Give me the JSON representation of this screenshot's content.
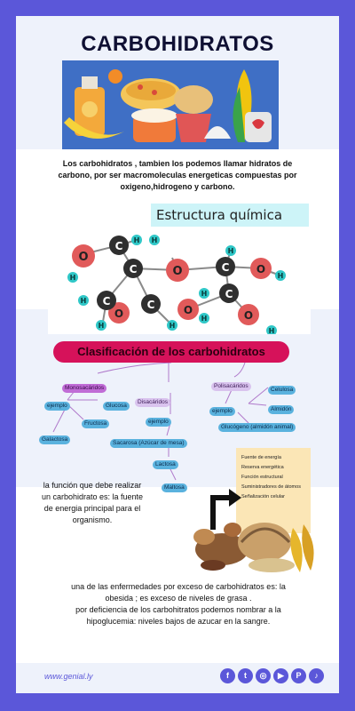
{
  "title": "CARBOHIDRATOS",
  "intro": "Los carbohidratos , tambien los podemos llamar hidratos de carbono, por ser macromoleculas  energeticas compuestas por oxigeno,hidrogeno y carbono.",
  "chemistry": {
    "title": "Estructura química",
    "atoms": {
      "oxygen": "O",
      "carbon": "C",
      "hydrogen": "H"
    }
  },
  "classification": {
    "title": "Clasificación de los carbohidratos",
    "monosacaridos": "Monosacáridos",
    "disacaridos": "Disacáridos",
    "polisacaridos": "Polisacáridos",
    "ejemplo": "ejemplo",
    "glucosa": "Glucosa",
    "fructosa": "Fructosa",
    "galactosa": "Galactosa",
    "sacarosa": "Sacarosa (Azúcar de mesa)",
    "lactosa": "Lactosa",
    "maltosa": "Maltosa",
    "celulosa": "Celulosa",
    "almidon": "Almidón",
    "glucogeno": "Glucógeno (almidón animal)"
  },
  "function_text": "la  función que debe realizar un carbohidrato es:  la fuente de energia principal  para el organismo.",
  "functions_list": [
    "Fuente de energía",
    "Reserva energética",
    "Función estructural",
    "Suministradores de átomos",
    "Señalización celular"
  ],
  "disease_text_1": "una de las enfermedades por exceso de carbohidratos es: la obesida ; es  exceso de niveles de grasa .",
  "disease_text_2": "por deficiencia de los carbohitratos podemos nombrar a la hipoglucemia: niveles bajos de azucar en la sangre.",
  "footer": {
    "link": "www.genial.ly",
    "social_icons": [
      "facebook-icon",
      "twitter-icon",
      "instagram-icon",
      "youtube-icon",
      "pinterest-icon",
      "tiktok-icon"
    ],
    "social_glyphs": [
      "f",
      "t",
      "◎",
      "▶",
      "P",
      "♪"
    ]
  },
  "colors": {
    "frame": "#5b57d9",
    "title": "#0f1033",
    "mindmap_title": "#d6125a",
    "node_blue": "#5ab2de",
    "node_purple": "#c06cd6",
    "oxygen": "#e15a5a",
    "carbon": "#2f2f2f",
    "hydrogen": "#2fc7c7"
  }
}
